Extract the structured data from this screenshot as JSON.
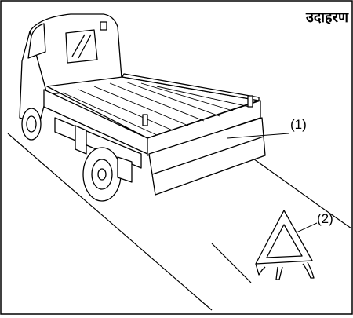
{
  "figure": {
    "title": "उदाहरण",
    "callouts": [
      {
        "label": "(1)"
      },
      {
        "label": "(2)"
      }
    ]
  }
}
